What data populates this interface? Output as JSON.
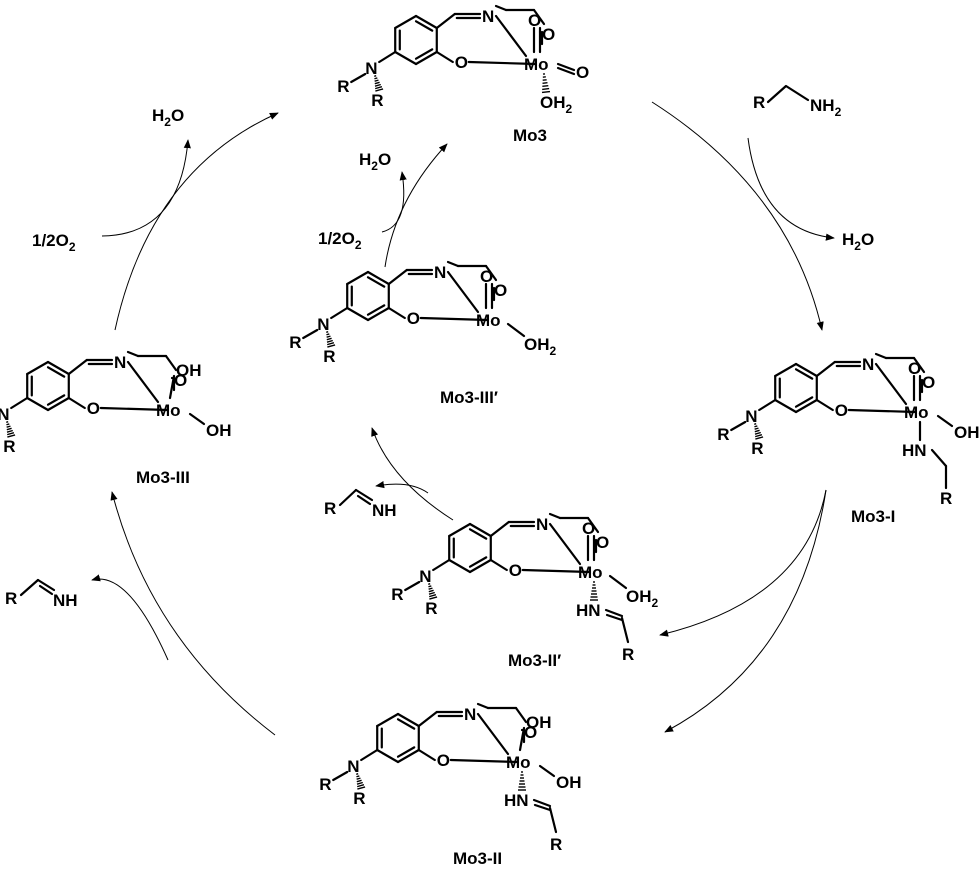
{
  "atoms": {
    "N": "N",
    "O": "O",
    "Mo": "Mo",
    "R": "R",
    "OH": "OH",
    "H": "H",
    "HN": "HN",
    "NH": "NH",
    "NH2_main": "NH",
    "two": "2"
  },
  "labels": {
    "mo3": "Mo3",
    "mo3_I": "Mo3-I",
    "mo3_II": "Mo3-II",
    "mo3_II_prime": "Mo3-II′",
    "mo3_III": "Mo3-III",
    "mo3_III_prime": "Mo3-III′"
  },
  "reagents": {
    "water": "H",
    "water_O": "O",
    "half_oxygen": "1/2O",
    "amine_R": "R",
    "amine_NH": "NH",
    "imine_R": "R",
    "imine_NH": "NH"
  }
}
